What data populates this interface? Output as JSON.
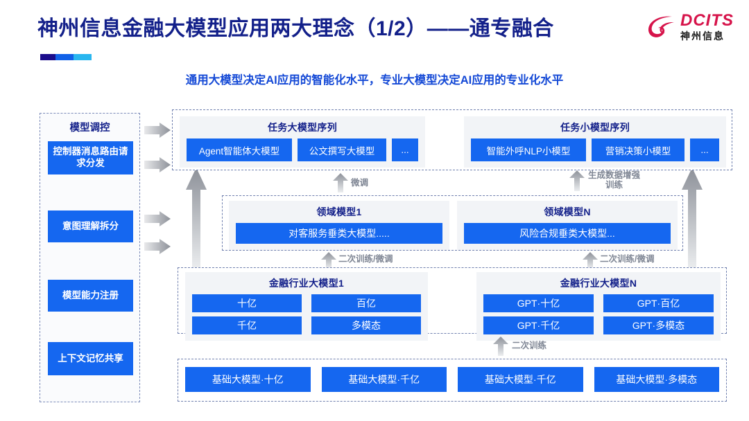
{
  "header": {
    "title": "神州信息金融大模型应用两大理念（1/2）——通专融合",
    "subtitle": "通用大模型决定AI应用的智能化水平，专业大模型决定AI应用的专业化水平",
    "logo_en": "DCITS",
    "logo_cn": "神州信息",
    "accent_colors": [
      "#1b0d8c",
      "#1161e8",
      "#29b6ef"
    ]
  },
  "colors": {
    "title": "#13208a",
    "subtitle": "#1449d6",
    "chip": "#1567f0",
    "panel_bg": "#f2f4f7",
    "dashed_border": "#6f7fae",
    "arrow": "#9a9fa8",
    "logo_red": "#d6134a"
  },
  "control_column": {
    "title": "模型调控",
    "items": [
      {
        "label": "控制器消息路由请求分发"
      },
      {
        "label": "意图理解拆分"
      },
      {
        "label": "模型能力注册"
      },
      {
        "label": "上下文记忆共享"
      }
    ]
  },
  "tiers": {
    "task_models": {
      "panels": [
        {
          "title": "任务大模型序列",
          "chips": [
            "Agent智能体大模型",
            "公文撰写大模型",
            "..."
          ]
        },
        {
          "title": "任务小模型序列",
          "chips": [
            "智能外呼NLP小模型",
            "营销决策小模型",
            "..."
          ]
        }
      ]
    },
    "domain_models": {
      "panels": [
        {
          "title": "领域模型1",
          "bar": "对客服务垂类大模型....."
        },
        {
          "title": "领域模型N",
          "bar": "风险合规垂类大模型..."
        }
      ]
    },
    "industry_models": {
      "panels": [
        {
          "title": "金融行业大模型1",
          "cells": [
            "十亿",
            "百亿",
            "千亿",
            "多模态"
          ]
        },
        {
          "title": "金融行业大模型N",
          "cells": [
            "GPT·十亿",
            "GPT·百亿",
            "GPT·千亿",
            "GPT·多模态"
          ]
        }
      ]
    },
    "base_models": {
      "chips": [
        "基础大模型·十亿",
        "基础大模型·千亿",
        "基础大模型·千亿",
        "基础大模型·多模态"
      ]
    }
  },
  "arrow_labels": {
    "fine_tune": "微调",
    "data_augment": "生成数据增强\n训练",
    "retrain_finetune_left": "二次训练/微调",
    "retrain_finetune_right": "二次训练/微调",
    "retrain": "二次训练"
  }
}
